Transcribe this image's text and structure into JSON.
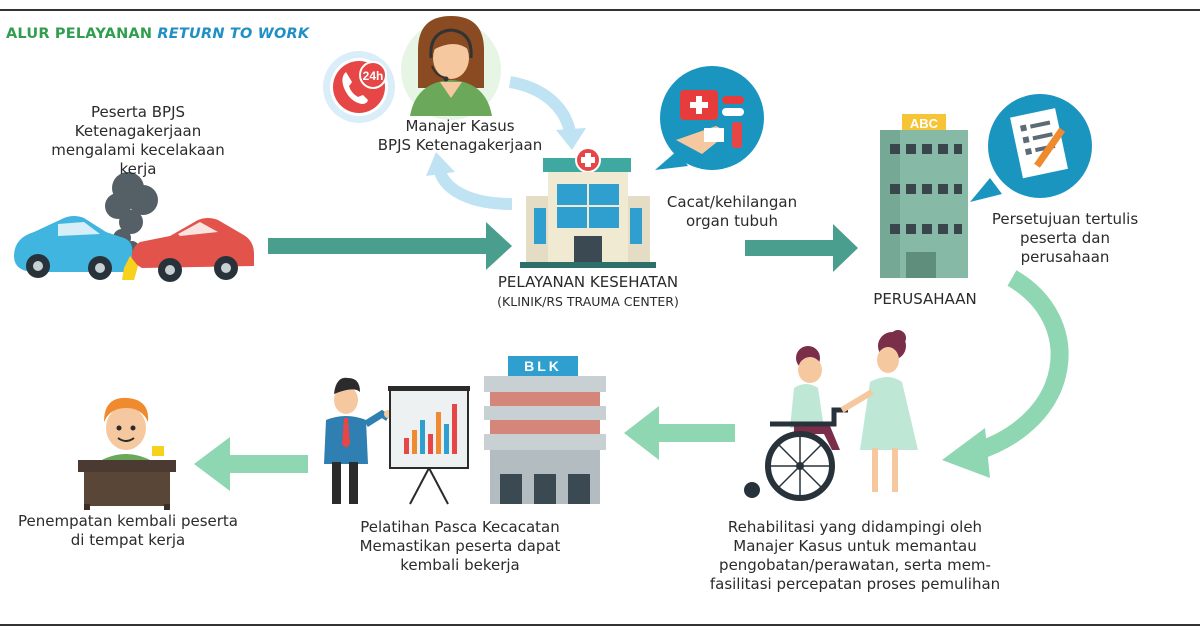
{
  "title": {
    "part1": "ALUR PELAYANAN ",
    "part2": "RETURN TO WORK"
  },
  "labels": {
    "peserta": [
      "Peserta BPJS",
      "Ketenagakerjaan",
      "mengalami kecelakaan",
      "kerja"
    ],
    "manajer": [
      "Manajer Kasus",
      "BPJS Ketenagakerjaan"
    ],
    "cacat": [
      "Cacat/kehilangan",
      "organ tubuh"
    ],
    "pelayanan": "PELAYANAN KESEHATAN",
    "pelayanan_sub": "(KLINIK/RS TRAUMA CENTER)",
    "persetujuan": [
      "Persetujuan tertulis",
      "peserta dan",
      "perusahaan"
    ],
    "perusahaan": "PERUSAHAAN",
    "rehab": [
      "Rehabilitasi yang didampingi oleh",
      "Manajer Kasus untuk memantau",
      "pengobatan/perawatan, serta mem-",
      "fasilitasi percepatan proses pemulihan"
    ],
    "pelatihan": [
      "Pelatihan Pasca Kecacatan",
      "Memastikan peserta dapat",
      "kembali bekerja"
    ],
    "penempatan": [
      "Penempatan kembali peserta",
      "di tempat kerja"
    ]
  },
  "signs": {
    "hours": "24h",
    "company": "ABC",
    "blk": "BLK"
  },
  "colors": {
    "arrow": "#4a9e8e",
    "arrow_light": "#8fd6b2",
    "arrow_blue": "#bfe3f3",
    "title_green": "#2f9f4f",
    "title_blue": "#1f8fc4"
  },
  "icons": [
    "phone-24h-icon",
    "call-center-agent-icon",
    "first-aid-bubble-icon",
    "document-bubble-icon",
    "car-crash-icon",
    "hospital-icon",
    "company-building-icon",
    "wheelchair-nurse-icon",
    "blk-building-icon",
    "trainer-presentation-icon",
    "worker-desk-icon"
  ]
}
